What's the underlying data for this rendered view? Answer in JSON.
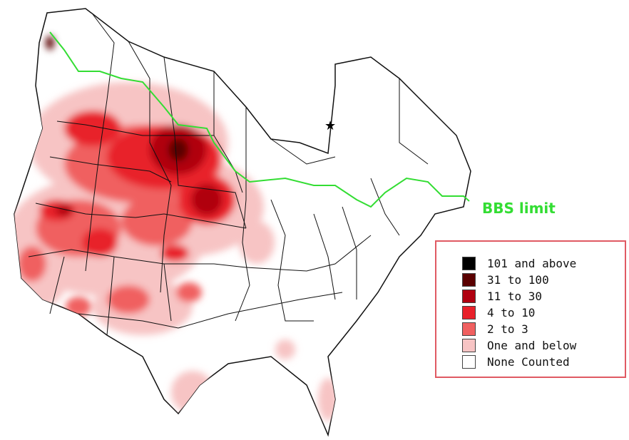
{
  "map": {
    "bbs_limit_label": "BBS limit",
    "bbs_limit_color": "#33dd33",
    "border_color": "#111111"
  },
  "legend": {
    "items": [
      {
        "label": "101 and above",
        "color": "#000000"
      },
      {
        "label": "31 to 100",
        "color": "#5a0000"
      },
      {
        "label": "11 to 30",
        "color": "#b00010"
      },
      {
        "label": "4 to 10",
        "color": "#e8202a"
      },
      {
        "label": "2 to 3",
        "color": "#f06060"
      },
      {
        "label": "One and below",
        "color": "#f7c4c4"
      },
      {
        "label": "None Counted",
        "color": "#ffffff"
      }
    ]
  }
}
